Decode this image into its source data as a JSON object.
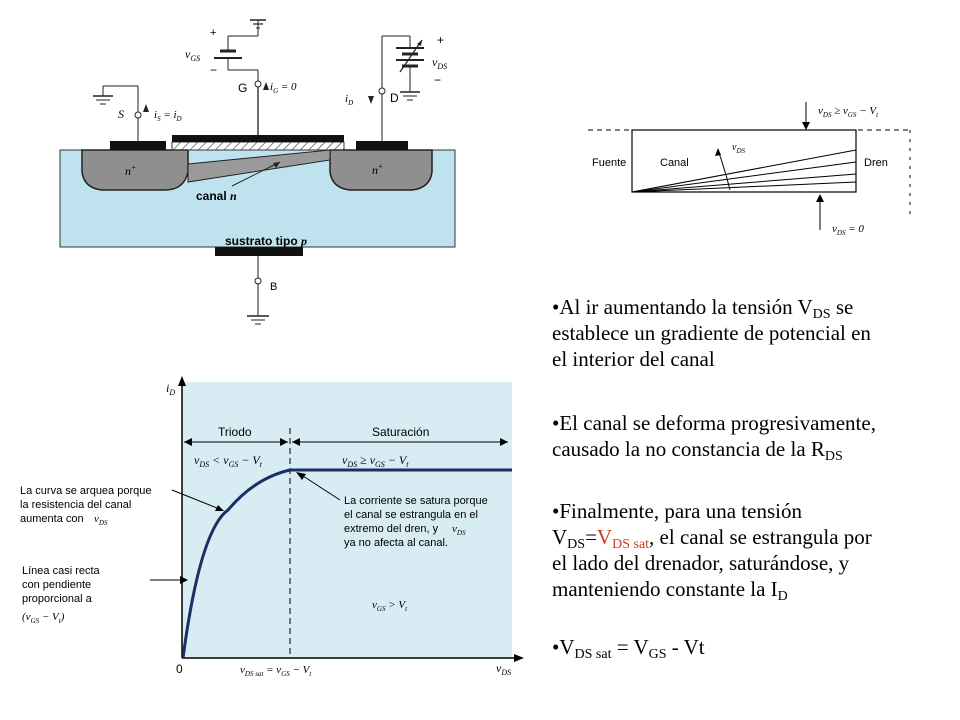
{
  "mosfet": {
    "vgs_label": "v",
    "vgs_sub": "GS",
    "plus": "+",
    "minus": "−",
    "vds_label": "v",
    "vds_sub": "DS",
    "g_label": "G",
    "ig_label": "i",
    "ig_sub": "G",
    "ig_value": " = 0",
    "s_label": "S",
    "is_label": "i",
    "is_sub": "S",
    "is_value": " = i",
    "is_value_sub": "D",
    "id_label": "i",
    "id_sub": "D",
    "d_label": "D",
    "nplus_left": "n",
    "nplus_right": "n",
    "plus_sup": "+",
    "canal": "canal",
    "canal_type": "n",
    "substrate": "sustrato tipo",
    "substrate_type": "p",
    "b_label": "B"
  },
  "channel": {
    "fuente": "Fuente",
    "canal": "Canal",
    "dren": "Dren",
    "top_label": "v",
    "top_sub": "DS",
    "top_rest": " ≥ v",
    "top_sub2": "GS",
    "top_rest2": " − V",
    "top_sub3": "t",
    "arrow_label": "v",
    "arrow_sub": "DS",
    "bottom_label": "v",
    "bottom_sub": "DS",
    "bottom_rest": " = 0"
  },
  "iv": {
    "y_axis": "i",
    "y_axis_sub": "D",
    "x_axis": "v",
    "x_axis_sub": "DS",
    "origin": "0",
    "triodo": "Triodo",
    "saturacion": "Saturación",
    "triodo_cond": "v",
    "triodo_cond_sub": "DS",
    "triodo_cond_rest": " < v",
    "triodo_cond_sub2": "GS",
    "triodo_cond_rest2": " − V",
    "triodo_cond_sub3": "t",
    "sat_cond": "v",
    "sat_cond_sub": "DS",
    "sat_cond_rest": " ≥ v",
    "sat_cond_sub2": "GS",
    "sat_cond_rest2": " − V",
    "sat_cond_sub3": "t",
    "annot1_l1": "La curva se arquea porque",
    "annot1_l2": "la resistencia del canal",
    "annot1_l3": "aumenta con",
    "annot1_var": "v",
    "annot1_var_sub": "DS",
    "annot2_l1": "Línea casi recta",
    "annot2_l2": "con pendiente",
    "annot2_l3": "proporcional a",
    "annot2_l4": "(v",
    "annot2_l4_sub": "GS",
    "annot2_l4_rest": " − V",
    "annot2_l4_sub2": "t",
    "annot2_l4_end": ")",
    "annot3_l1": "La corriente se satura porque",
    "annot3_l2": "el canal se estrangula en el",
    "annot3_l3": "extremo del dren, y",
    "annot3_var": "v",
    "annot3_var_sub": "DS",
    "annot3_l4": "ya no afecta al canal.",
    "vgs_cond": "v",
    "vgs_cond_sub": "GS",
    "vgs_cond_rest": " > V",
    "vgs_cond_sub2": "t",
    "xsat": "v",
    "xsat_sub": "DS sat",
    "xsat_rest": " = v",
    "xsat_sub2": "GS",
    "xsat_rest2": " − V",
    "xsat_sub3": "t"
  },
  "bullets": {
    "b1_a": "•Al ir aumentando la tensión V",
    "b1_sub": "DS",
    "b1_b": " se",
    "b1_l2": "establece un gradiente de potencial en",
    "b1_l3": "el interior del canal",
    "b2_l1": "•El canal se deforma progresivamente,",
    "b2_a": "causado la no constancia de la R",
    "b2_sub": "DS",
    "b3_l1": "•Finalmente, para una tensión",
    "b3_v": "V",
    "b3_sub": "DS",
    "b3_eq": "=",
    "b3_red": "V",
    "b3_red_sub": "DS sat",
    "b3_rest": ", el canal se estrangula por",
    "b3_l3": "el lado del drenador, saturándose, y",
    "b3_a": "manteniendo constante la I",
    "b3_isub": "D",
    "b4_a": "•V",
    "b4_sub": "DS sat",
    "b4_b": " = V",
    "b4_sub2": "GS",
    "b4_c": " - Vt"
  }
}
